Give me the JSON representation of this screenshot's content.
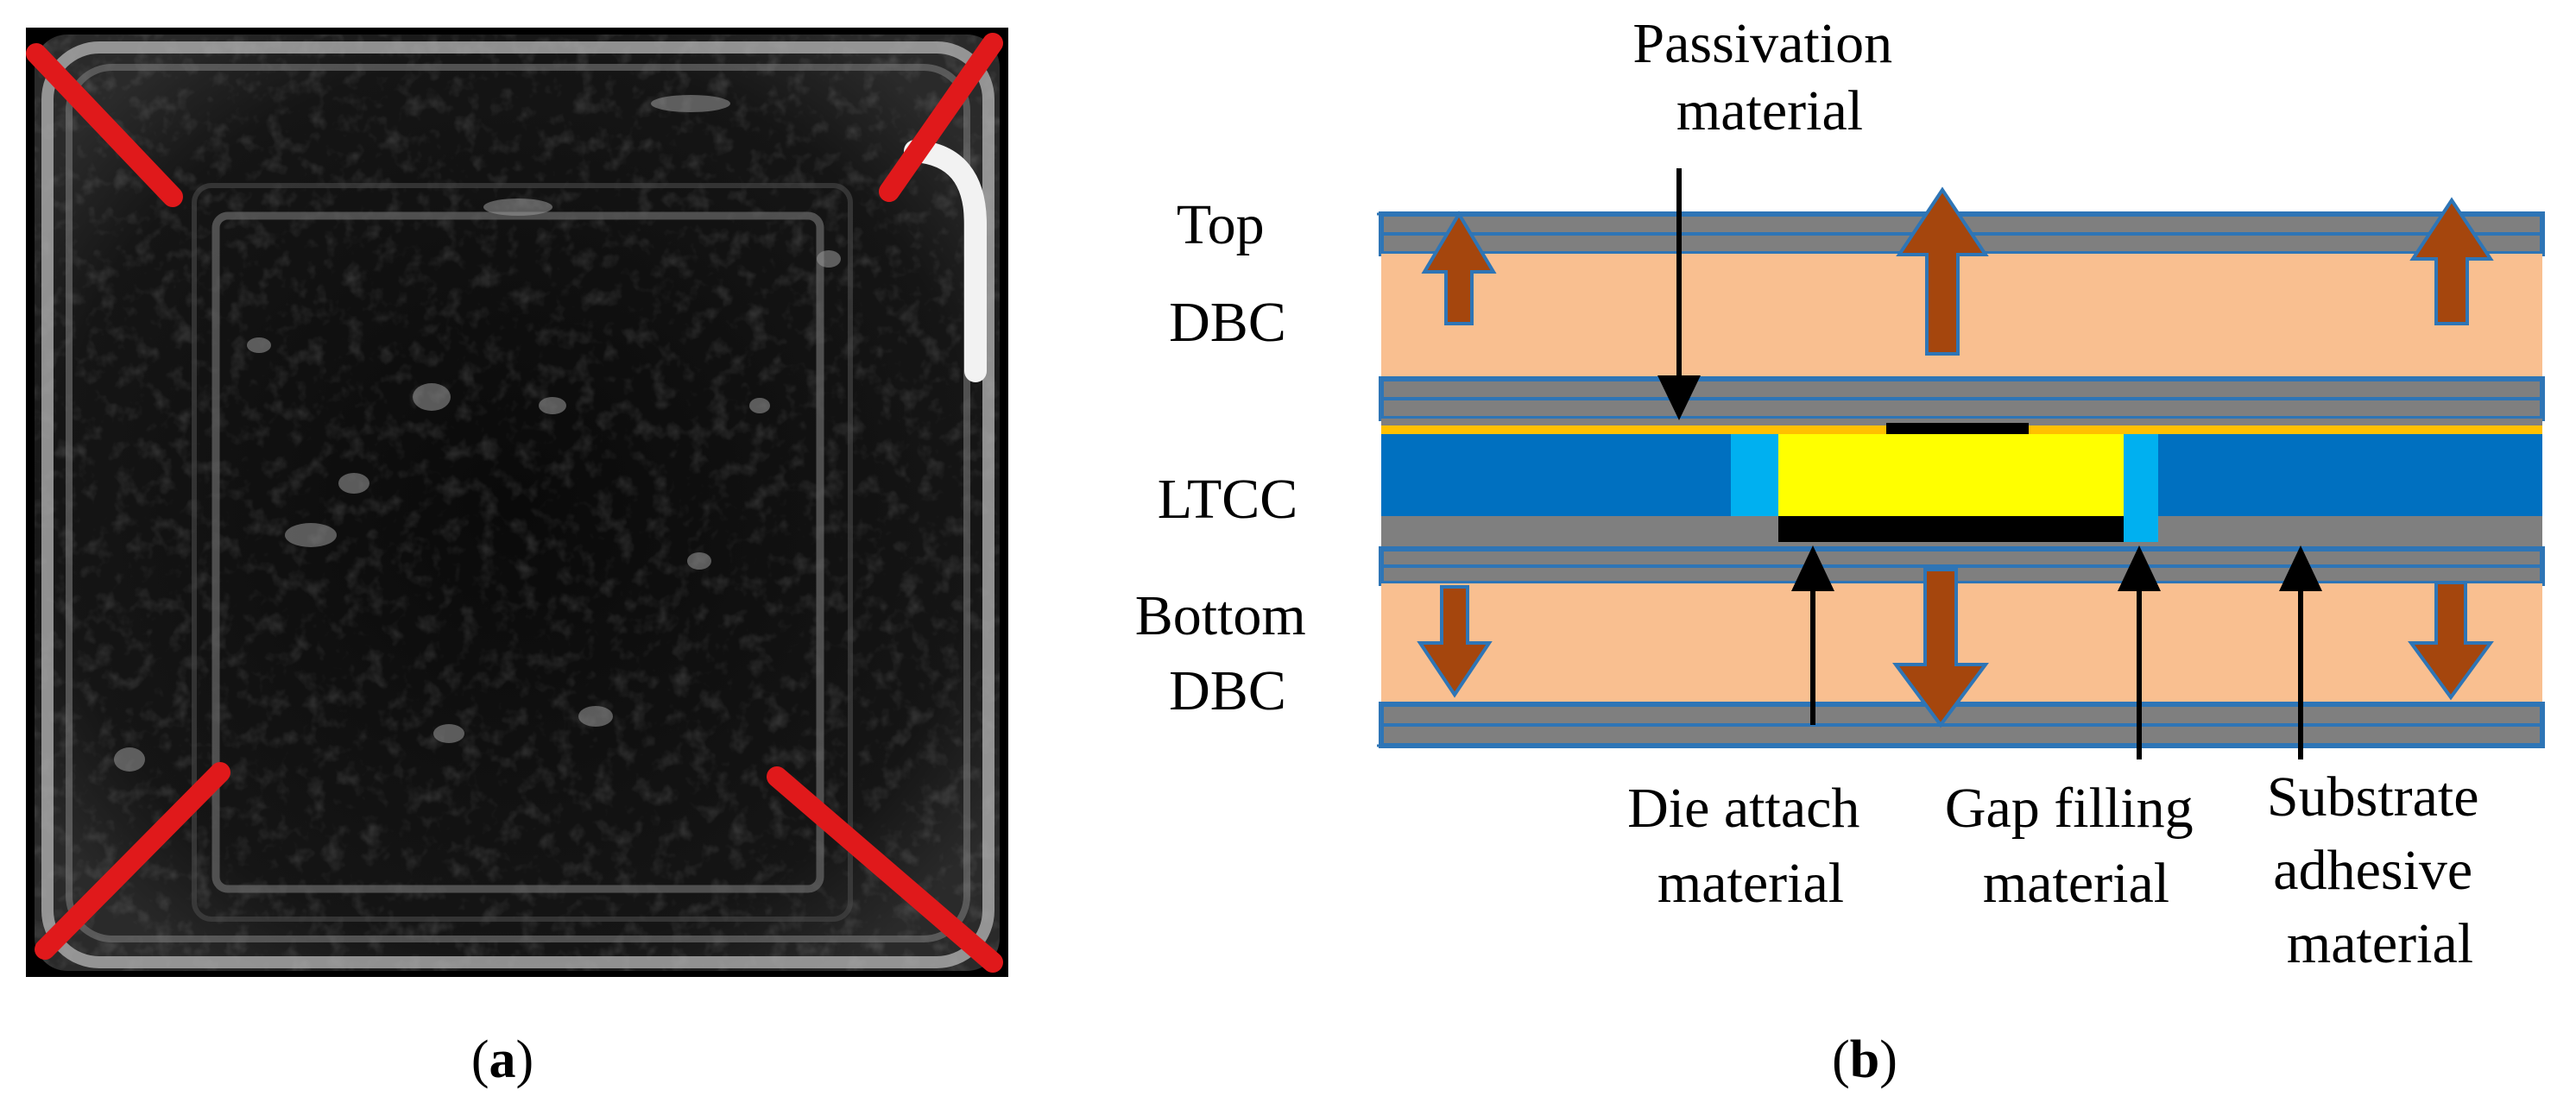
{
  "panel_a": {
    "caption_open": "(",
    "caption_letter": "a",
    "caption_close": ")",
    "marker_color": "#e0191b"
  },
  "panel_b": {
    "caption_open": "(",
    "caption_letter": "b",
    "caption_close": ")",
    "labels": {
      "passivation": [
        "Passivation",
        "material"
      ],
      "top_dbc": [
        "Top",
        "DBC"
      ],
      "ltcc": "LTCC",
      "bottom_dbc": [
        "Bottom",
        "DBC"
      ],
      "die_attach": [
        "Die attach",
        "material"
      ],
      "gap_filling": [
        "Gap filling",
        "material"
      ],
      "substrate_adhesive": [
        "Substrate",
        "adhesive",
        "material"
      ]
    },
    "colors": {
      "dbc_ceramic": "#f9bf90",
      "copper_gray": "#7f7f7f",
      "outline_blue": "#2e75b6",
      "ltcc_blue": "#0070c0",
      "gap_fill_cyan": "#00b0f0",
      "die_yellow": "#ffff00",
      "passivation_orange": "#ffc000",
      "heat_arrow": "#a5460d"
    }
  }
}
